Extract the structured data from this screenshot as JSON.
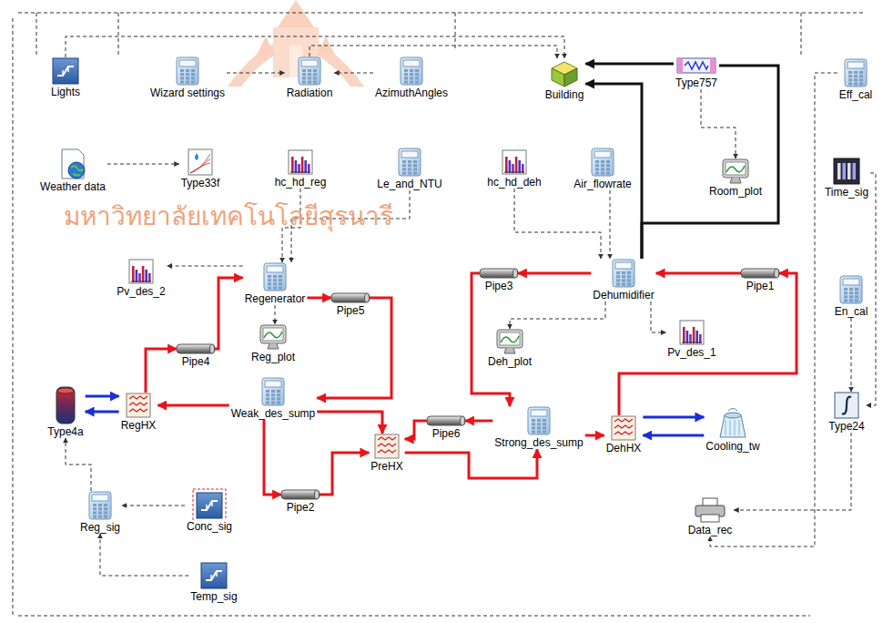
{
  "diagram": {
    "nodes": [
      {
        "text": [
          "Lights"
        ]
      },
      {
        "text": [
          "Wizard settings"
        ]
      },
      {
        "text": [
          "Radiation"
        ]
      },
      {
        "text": [
          "AzimuthAngles"
        ]
      },
      {
        "text": [
          "Building"
        ]
      },
      {
        "text": [
          "Type757"
        ]
      },
      {
        "text": [
          "Eff_cal"
        ]
      },
      {
        "text": [
          "Weather data"
        ]
      },
      {
        "text": [
          "Type33f"
        ]
      },
      {
        "text": [
          "hc_hd_reg"
        ]
      },
      {
        "text": [
          "Le_and_NTU"
        ]
      },
      {
        "text": [
          "hc_hd_deh"
        ]
      },
      {
        "text": [
          "Air_flowrate"
        ]
      },
      {
        "text": [
          "Room_plot"
        ]
      },
      {
        "text": [
          "Time_sig"
        ]
      },
      {
        "text": [
          "Pv_des_2"
        ]
      },
      {
        "text": [
          "Regenerator"
        ]
      },
      {
        "text": [
          "Pipe5"
        ]
      },
      {
        "text": [
          "Reg_plot"
        ]
      },
      {
        "text": [
          "Pipe4"
        ]
      },
      {
        "text": [
          "Type4a"
        ]
      },
      {
        "text": [
          "RegHX"
        ]
      },
      {
        "text": [
          "Weak_des_sump"
        ]
      },
      {
        "text": [
          "PreHX"
        ]
      },
      {
        "text": [
          "Pipe6"
        ]
      },
      {
        "text": [
          "Strong_des_sump"
        ]
      },
      {
        "text": [
          "Pipe3"
        ]
      },
      {
        "text": [
          "Dehumidifier"
        ]
      },
      {
        "text": [
          "Pv_des_1"
        ]
      },
      {
        "text": [
          "Pipe1"
        ]
      },
      {
        "text": [
          "Deh_plot"
        ]
      },
      {
        "text": [
          "DehHX"
        ]
      },
      {
        "text": [
          "Cooling_tw"
        ]
      },
      {
        "text": [
          "En_cal"
        ]
      },
      {
        "text": [
          "Type24"
        ]
      },
      {
        "text": [
          "Reg_sig"
        ]
      },
      {
        "text": [
          "Conc_sig"
        ]
      },
      {
        "text": [
          "Pipe2"
        ]
      },
      {
        "text": [
          "Data_rec"
        ]
      },
      {
        "text": [
          "Temp_sig"
        ]
      }
    ],
    "edges": [
      {
        "from": 21,
        "to": 19,
        "arrow": "to"
      },
      {
        "from": 19,
        "to": 16,
        "arrow": "to"
      },
      {
        "from": 16,
        "to": 17,
        "arrow": "to"
      },
      {
        "from": 17,
        "to": 22,
        "arrow": "to"
      },
      {
        "from": 22,
        "to": 21,
        "arrow": "to"
      },
      {
        "from": 22,
        "to": 23,
        "arrow": "to"
      },
      {
        "from": 22,
        "to": 37,
        "arrow": "to"
      },
      {
        "from": 37,
        "to": 23,
        "arrow": "to"
      },
      {
        "from": 23,
        "to": 25,
        "arrow": "to"
      },
      {
        "from": 25,
        "to": 24,
        "arrow": "to"
      },
      {
        "from": 24,
        "to": 23,
        "arrow": "to"
      },
      {
        "from": 25,
        "to": 31,
        "arrow": "to"
      },
      {
        "from": 31,
        "to": 29,
        "arrow": "to"
      },
      {
        "from": 29,
        "to": 27,
        "arrow": "to"
      },
      {
        "from": 27,
        "to": 26,
        "arrow": "to"
      },
      {
        "from": 26,
        "to": 25,
        "arrow": "to"
      },
      {
        "from": 20,
        "to": 21,
        "arrow": "to"
      },
      {
        "from": 21,
        "to": 20,
        "arrow": "to"
      },
      {
        "from": 31,
        "to": 32,
        "arrow": "to"
      },
      {
        "from": 32,
        "to": 31,
        "arrow": "to"
      },
      {
        "from": 5,
        "to": 4,
        "arrow": "to"
      },
      {
        "from": 27,
        "to": 4,
        "arrow": "to"
      },
      {
        "from": 5,
        "to": 27,
        "arrow": "none"
      },
      {
        "from": 7,
        "to": 8,
        "arrow": "to"
      },
      {
        "from": 0,
        "to": 4,
        "arrow": "to"
      },
      {
        "from": 2,
        "to": 4,
        "arrow": "to"
      },
      {
        "from": 14,
        "to": 34,
        "arrow": "to"
      },
      {
        "from": 33,
        "to": 34,
        "arrow": "to"
      },
      {
        "from": 34,
        "to": 38,
        "arrow": "to"
      },
      {
        "from": 35,
        "to": 20,
        "arrow": "to"
      },
      {
        "from": 36,
        "to": 35,
        "arrow": "to"
      },
      {
        "from": 39,
        "to": 35,
        "arrow": "to"
      },
      {
        "from": 12,
        "to": 27,
        "arrow": "to"
      },
      {
        "from": 16,
        "to": 18,
        "arrow": "to"
      },
      {
        "from": 27,
        "to": 30,
        "arrow": "to"
      },
      {
        "from": 27,
        "to": 28,
        "arrow": "to"
      },
      {
        "from": 5,
        "to": 13,
        "arrow": "to"
      },
      {
        "from": 16,
        "to": 15,
        "arrow": "to"
      },
      {
        "from": 9,
        "to": 16,
        "arrow": "to"
      },
      {
        "from": 11,
        "to": 27,
        "arrow": "to"
      },
      {
        "from": 10,
        "to": 16,
        "arrow": "to"
      },
      {
        "from": 6,
        "to": 38,
        "arrow": "to"
      },
      {
        "from": 3,
        "to": 2,
        "arrow": "to"
      },
      {
        "from": 1,
        "to": 2,
        "arrow": "to"
      }
    ],
    "labels": [
      "มหาวิทยาลัยเทคโนโลยีสุรนารี"
    ]
  }
}
